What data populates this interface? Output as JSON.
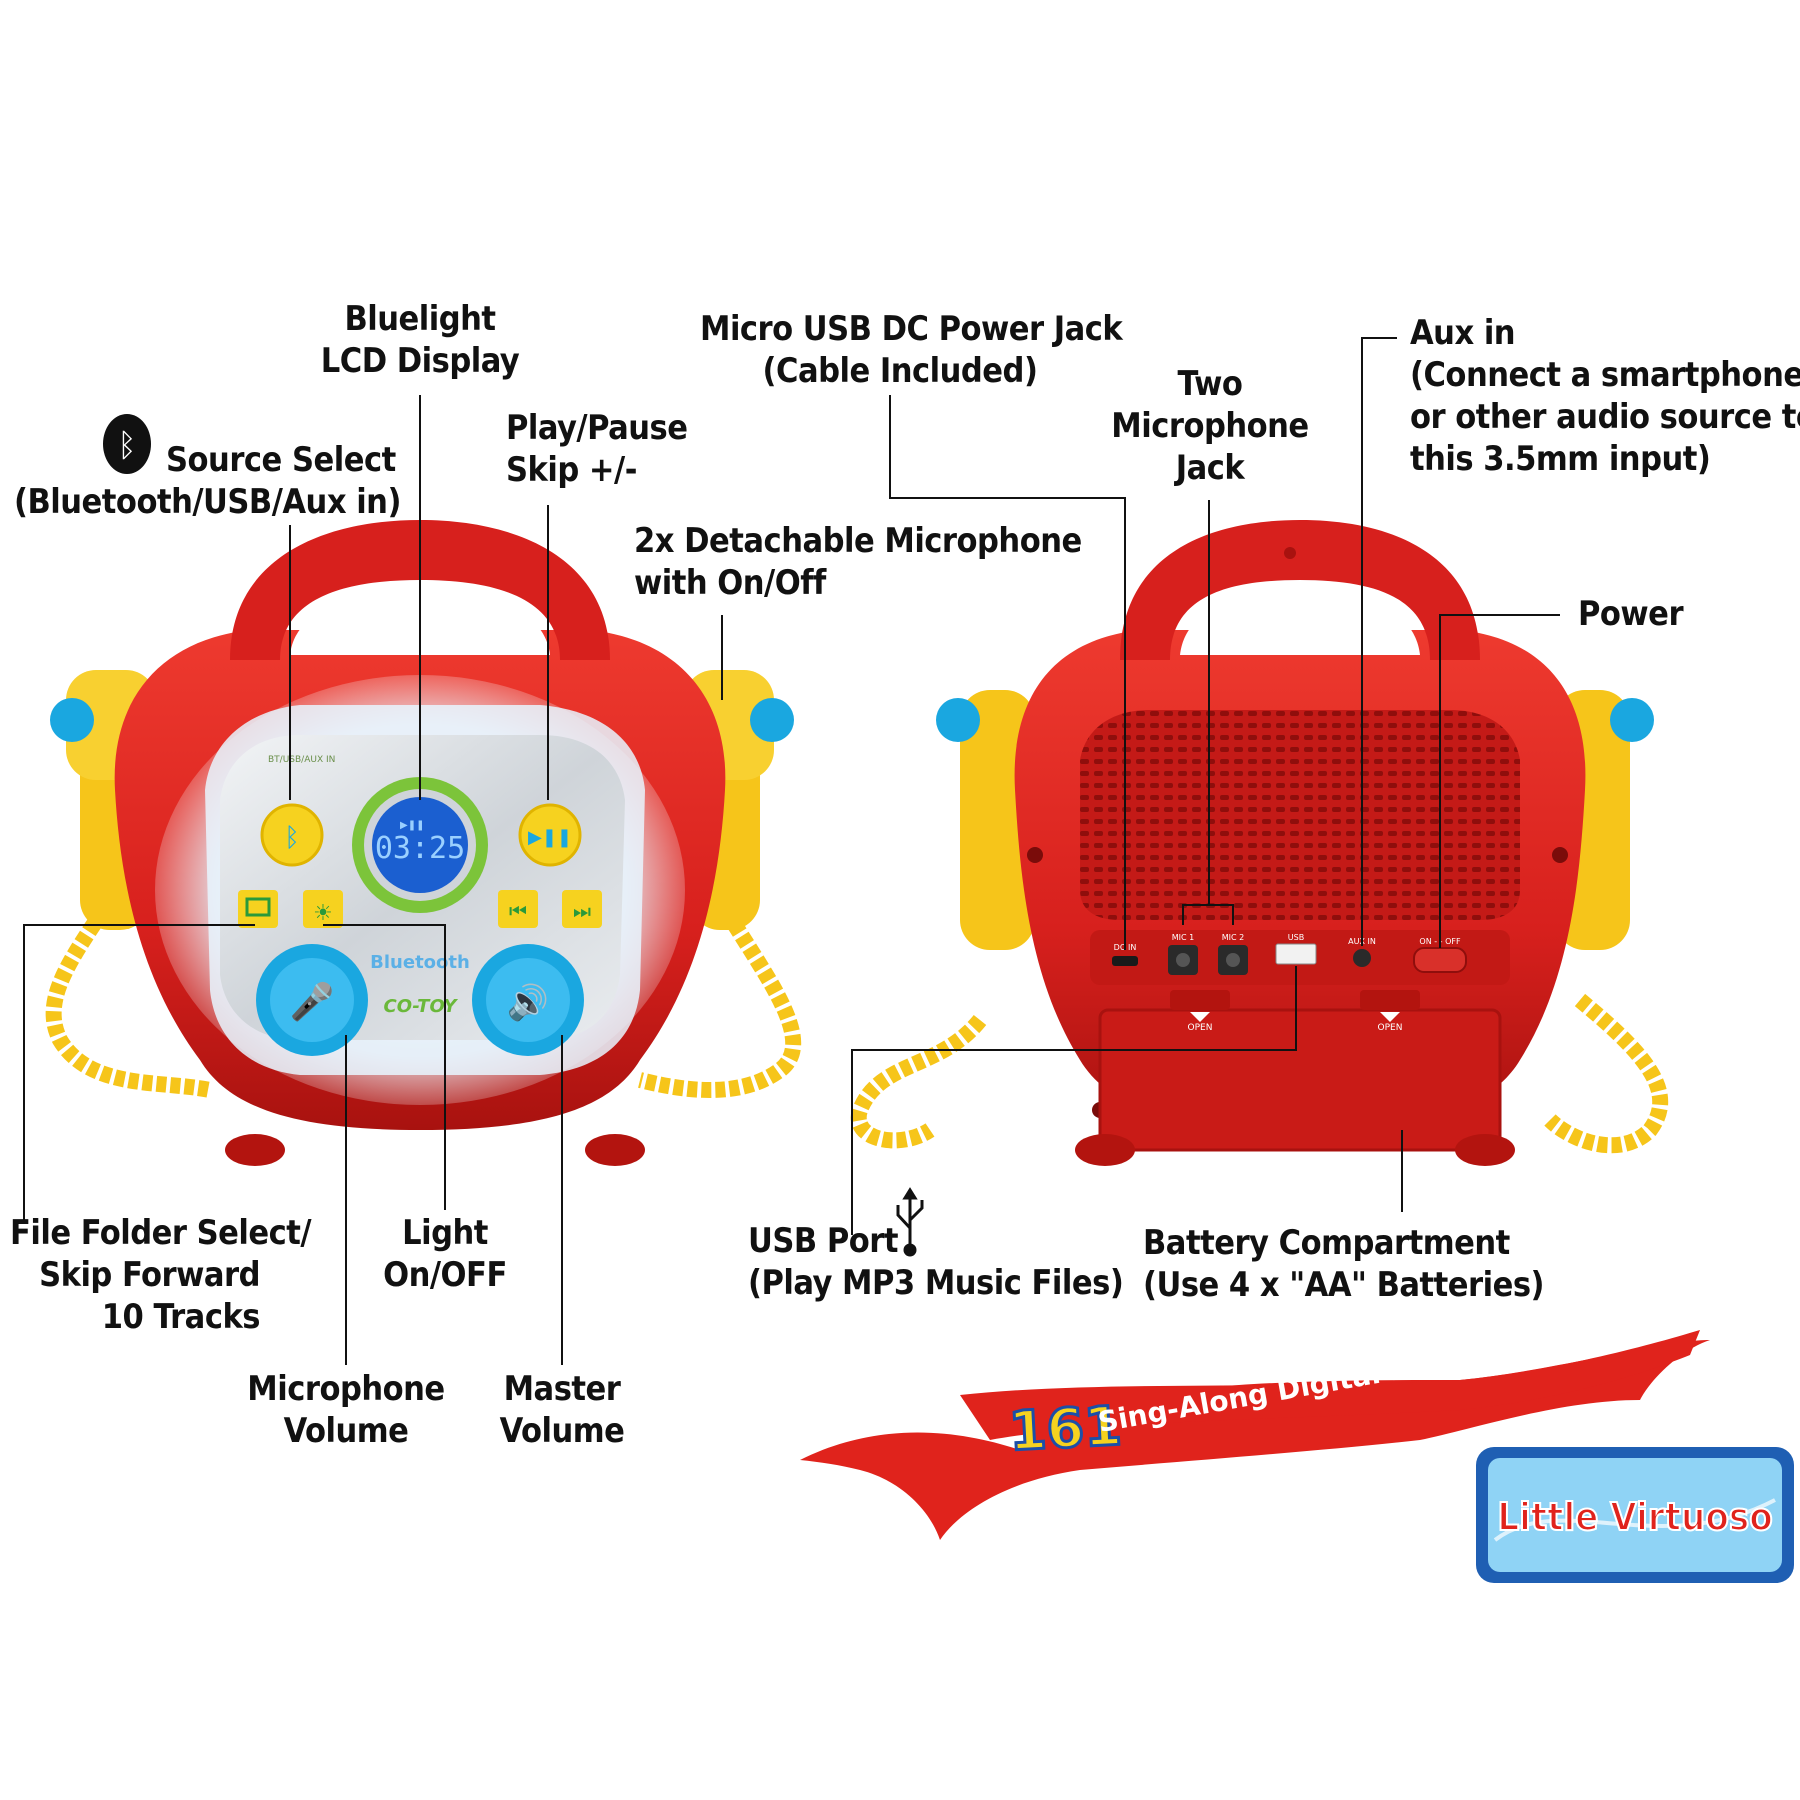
{
  "colors": {
    "device_red": "#d7201d",
    "device_dark_red": "#a8120f",
    "mic_yellow": "#f6c51a",
    "mic_blue": "#1aa7e0",
    "panel_silver": "#d9dde2",
    "lcd_blue": "#1b5fd0",
    "lcd_green": "#7cc43a",
    "banner_red": "#e0231c",
    "logo_blue": "#1f5fb3",
    "label_text": "#111111",
    "leader_line": "#111111"
  },
  "labels": {
    "bluelight": [
      "Bluelight",
      "LCD Display"
    ],
    "source_select": [
      "Source Select",
      "(Bluetooth/USB/Aux in)"
    ],
    "play_pause": [
      "Play/Pause",
      "Skip +/-"
    ],
    "detachable_mic": [
      "2x Detachable Microphone",
      "with On/Off"
    ],
    "micro_usb": [
      "Micro USB DC Power Jack",
      "(Cable Included)"
    ],
    "two_mic": [
      "Two",
      "Microphone",
      "Jack"
    ],
    "aux_in": [
      "Aux in",
      "(Connect a smartphone",
      "or other audio source to",
      "this 3.5mm input)"
    ],
    "power": [
      "Power"
    ],
    "file_folder": [
      "File Folder Select/",
      "Skip Forward",
      "10 Tracks"
    ],
    "light": [
      "Light",
      "On/OFF"
    ],
    "mic_volume": [
      "Microphone",
      "Volume"
    ],
    "master_volume": [
      "Master",
      "Volume"
    ],
    "usb_port": [
      "USB Port",
      "(Play MP3 Music Files)"
    ],
    "battery": [
      "Battery Compartment",
      "(Use 4 x \"AA\" Batteries)"
    ]
  },
  "device_front": {
    "lcd_time": "03:25",
    "lcd_icon": "play-pause-glyph",
    "brand_bluetooth": "Bluetooth",
    "brand_logo": "CO-TOY",
    "button_tiny_text": "BT/USB/AUX IN",
    "icons": [
      "bluetooth-icon",
      "play-pause-icon",
      "folder-icon",
      "bulb-icon",
      "prev-track-icon",
      "next-track-icon",
      "mic-icon",
      "speaker-icon"
    ]
  },
  "device_back": {
    "port_dc_in": "DC IN",
    "port_mic1": "MIC 1",
    "port_mic2": "MIC 2",
    "port_usb": "USB",
    "port_aux": "AUX IN",
    "switch": "ON - - OFF",
    "open_left": "OPEN",
    "open_right": "OPEN"
  },
  "banner": {
    "number": "161",
    "text": "Sing-Along Digital Music Player"
  },
  "logo": {
    "text": "Little Virtuoso"
  }
}
